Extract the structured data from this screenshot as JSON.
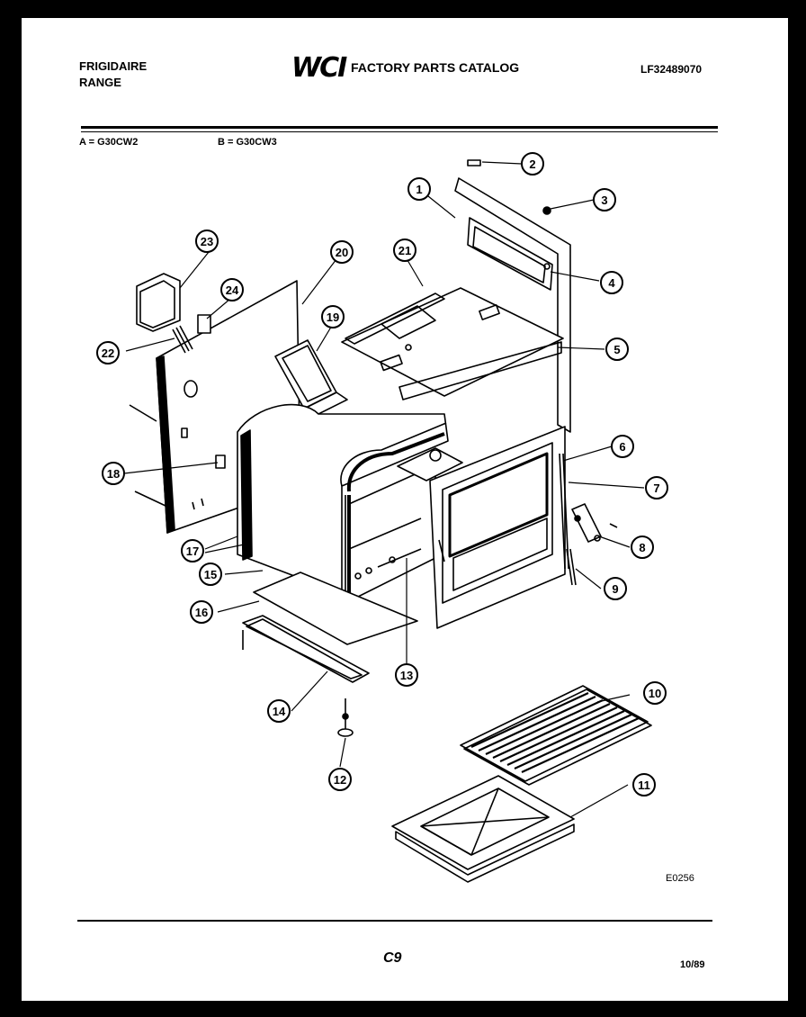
{
  "header": {
    "brand_line1": "FRIGIDAIRE",
    "brand_line2": "RANGE",
    "logo": "WCI",
    "catalog_title": "FACTORY PARTS CATALOG",
    "catalog_code": "LF32489070"
  },
  "models": {
    "a": "A = G30CW2",
    "b": "B = G30CW3"
  },
  "diagram": {
    "drawing_code": "E0256",
    "callouts": [
      "1",
      "2",
      "3",
      "4",
      "5",
      "6",
      "7",
      "8",
      "9",
      "10",
      "11",
      "12",
      "13",
      "14",
      "15",
      "16",
      "17",
      "18",
      "19",
      "20",
      "21",
      "22",
      "23",
      "24"
    ]
  },
  "footer": {
    "page_code": "C9",
    "date_code": "10/89"
  }
}
